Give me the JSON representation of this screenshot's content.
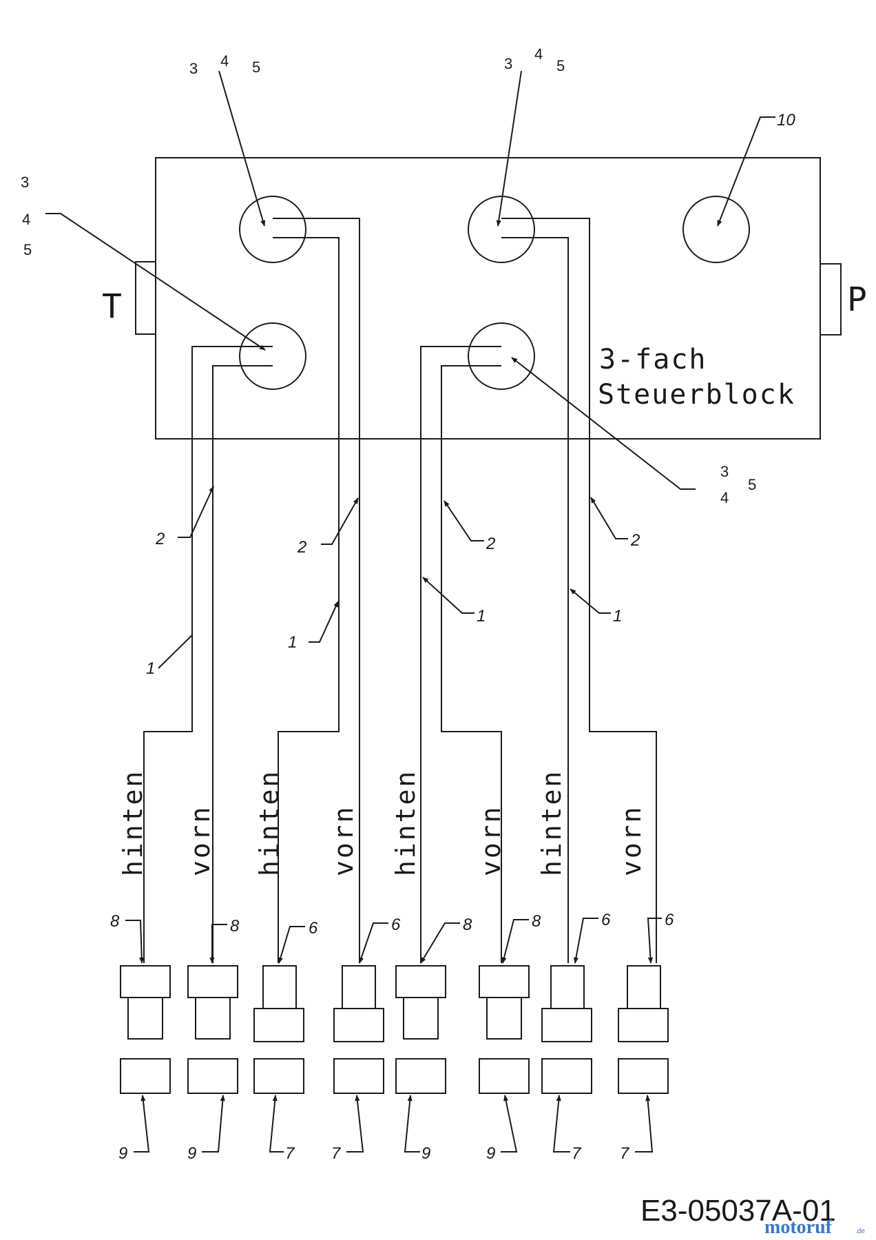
{
  "block": {
    "title_line1": "3-fach",
    "title_line2": "Steuerblock",
    "port_left": "T",
    "port_right": "P"
  },
  "callouts": {
    "top_left_a": "3",
    "top_left_b": "4",
    "top_left_c": "5",
    "top_mid_a": "3",
    "top_mid_b": "4",
    "top_mid_c": "5",
    "ten": "10",
    "left_a": "3",
    "left_b": "4",
    "left_c": "5",
    "right_a": "3",
    "right_b": "4",
    "right_c": "5"
  },
  "hose_labels": {
    "c1": "2",
    "c2": "1",
    "c3": "2",
    "c4": "1",
    "c5": "2",
    "c6": "1",
    "c7": "2",
    "c8": "1"
  },
  "direction_labels": [
    "hinten",
    "vorn",
    "hinten",
    "vorn",
    "hinten",
    "vorn",
    "hinten",
    "vorn"
  ],
  "coupler_top_labels": [
    "8",
    "8",
    "6",
    "6",
    "8",
    "8",
    "6",
    "6"
  ],
  "coupler_bottom_labels": [
    "9",
    "9",
    "7",
    "7",
    "9",
    "9",
    "7",
    "7"
  ],
  "drawing_code": "E3-05037A-01",
  "watermark": {
    "brand": "motoruf",
    "tld": ".de"
  }
}
